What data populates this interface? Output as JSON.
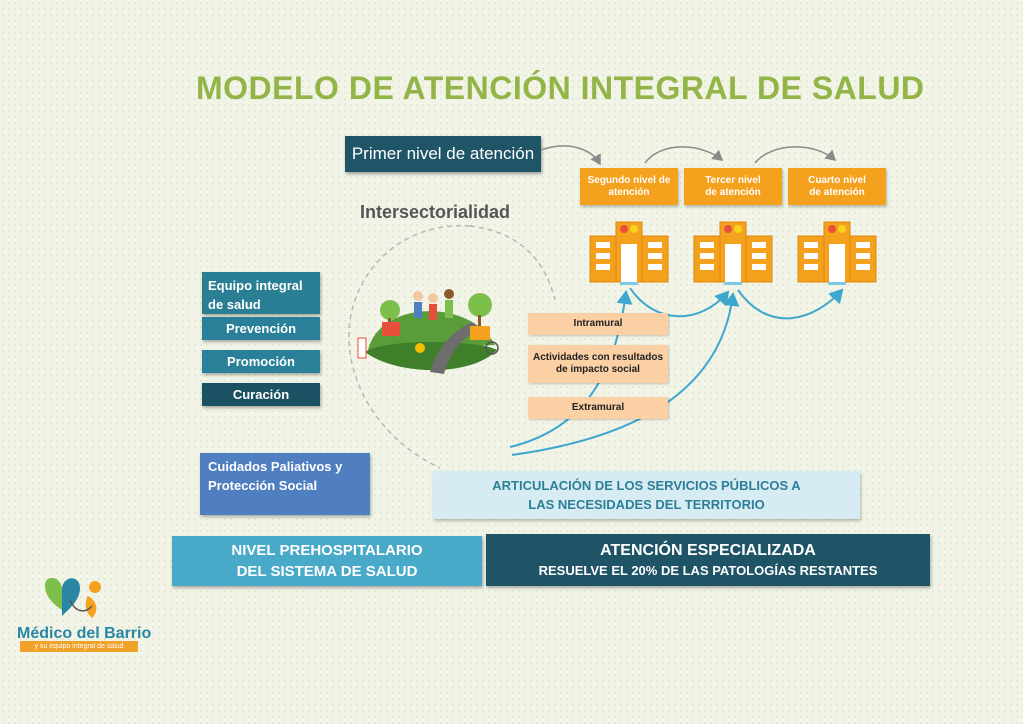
{
  "title": "MODELO DE ATENCIÓN INTEGRAL DE SALUD",
  "primer_nivel": "Primer nivel de atención",
  "levels": [
    {
      "line1": "Segundo nivel de",
      "line2": "atención"
    },
    {
      "line1": "Tercer nivel",
      "line2": "de atención"
    },
    {
      "line1": "Cuarto nivel",
      "line2": "de atención"
    }
  ],
  "intersectorialidad": "Intersectorialidad",
  "equipo": {
    "line1": "Equipo integral",
    "line2": "de salud"
  },
  "prevencion": "Prevención",
  "promocion": "Promoción",
  "curacion": "Curación",
  "paliativos": {
    "line1": "Cuidados Paliativos y",
    "line2": "Protección Social"
  },
  "activities": {
    "intramural": "Intramural",
    "actividades": {
      "line1": "Actividades con resultados",
      "line2": "de impacto social"
    },
    "extramural": "Extramural"
  },
  "articulacion": {
    "line1": "ARTICULACIÓN DE LOS SERVICIOS PÚBLICOS A",
    "line2": "LAS NECESIDADES DEL TERRITORIO"
  },
  "prehospitalario": {
    "line1": "NIVEL PREHOSPITALARIO",
    "line2": "DEL SISTEMA DE SALUD"
  },
  "especializada": {
    "line1": "ATENCIÓN ESPECIALIZADA",
    "line2": "RESUELVE EL 20% DE LAS PATOLOGÍAS RESTANTES"
  },
  "logo": {
    "name": "Médico del Barrio",
    "tagline": "y su equipo integral de salud"
  },
  "colors": {
    "title_green": "#93b548",
    "dark_teal": "#1f5566",
    "orange": "#f4a11e",
    "light_orange": "#fbd0a5",
    "blue": "#4f7ec1",
    "light_blue": "#49a9c9",
    "arrow_blue": "#3ea7cf"
  }
}
